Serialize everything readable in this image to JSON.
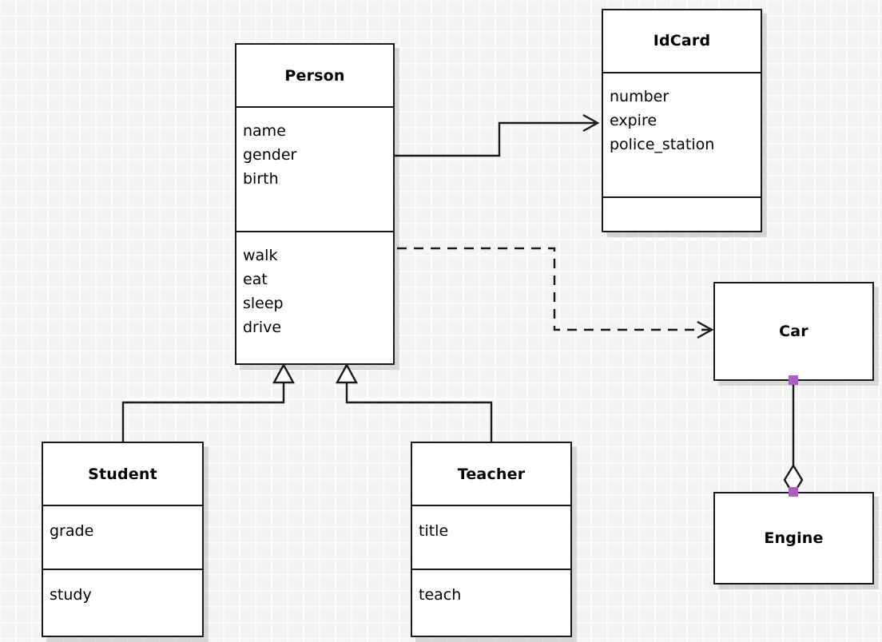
{
  "diagram": {
    "kind": "uml-class-diagram",
    "background": "#f4f4f4",
    "grid_color": "#ffffff",
    "line_color": "#1a1a1a",
    "handle_color": "#b05cc4"
  },
  "classes": {
    "person": {
      "name": "Person",
      "attributes": [
        "name",
        "gender",
        "birth"
      ],
      "methods": [
        "walk",
        "eat",
        "sleep",
        "drive"
      ]
    },
    "idcard": {
      "name": "IdCard",
      "attributes": [
        "number",
        "expire",
        "police_station"
      ],
      "methods": []
    },
    "student": {
      "name": "Student",
      "attributes": [
        "grade"
      ],
      "methods": [
        "study"
      ]
    },
    "teacher": {
      "name": "Teacher",
      "attributes": [
        "title"
      ],
      "methods": [
        "teach"
      ]
    },
    "car": {
      "name": "Car"
    },
    "engine": {
      "name": "Engine"
    }
  },
  "relationships": [
    {
      "id": "person-idcard",
      "type": "association",
      "from": "Person",
      "to": "IdCard",
      "style": "solid",
      "arrow": "open"
    },
    {
      "id": "person-car",
      "type": "dependency",
      "from": "Person",
      "to": "Car",
      "style": "dashed",
      "arrow": "open"
    },
    {
      "id": "student-person",
      "type": "generalization",
      "from": "Student",
      "to": "Person",
      "style": "solid",
      "arrow": "hollow-triangle"
    },
    {
      "id": "teacher-person",
      "type": "generalization",
      "from": "Teacher",
      "to": "Person",
      "style": "solid",
      "arrow": "hollow-triangle"
    },
    {
      "id": "car-engine",
      "type": "aggregation",
      "from": "Car",
      "to": "Engine",
      "style": "solid",
      "arrow": "hollow-diamond"
    }
  ]
}
